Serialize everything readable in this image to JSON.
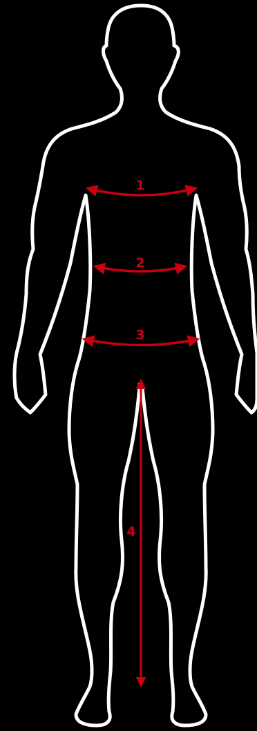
{
  "diagram": {
    "background_color": "#000000",
    "outline_color": "#ffffff",
    "marker_color": "#c8000f",
    "markers": [
      {
        "id": "1",
        "label": "1"
      },
      {
        "id": "2",
        "label": "2"
      },
      {
        "id": "3",
        "label": "3"
      },
      {
        "id": "4",
        "label": "4"
      }
    ]
  }
}
